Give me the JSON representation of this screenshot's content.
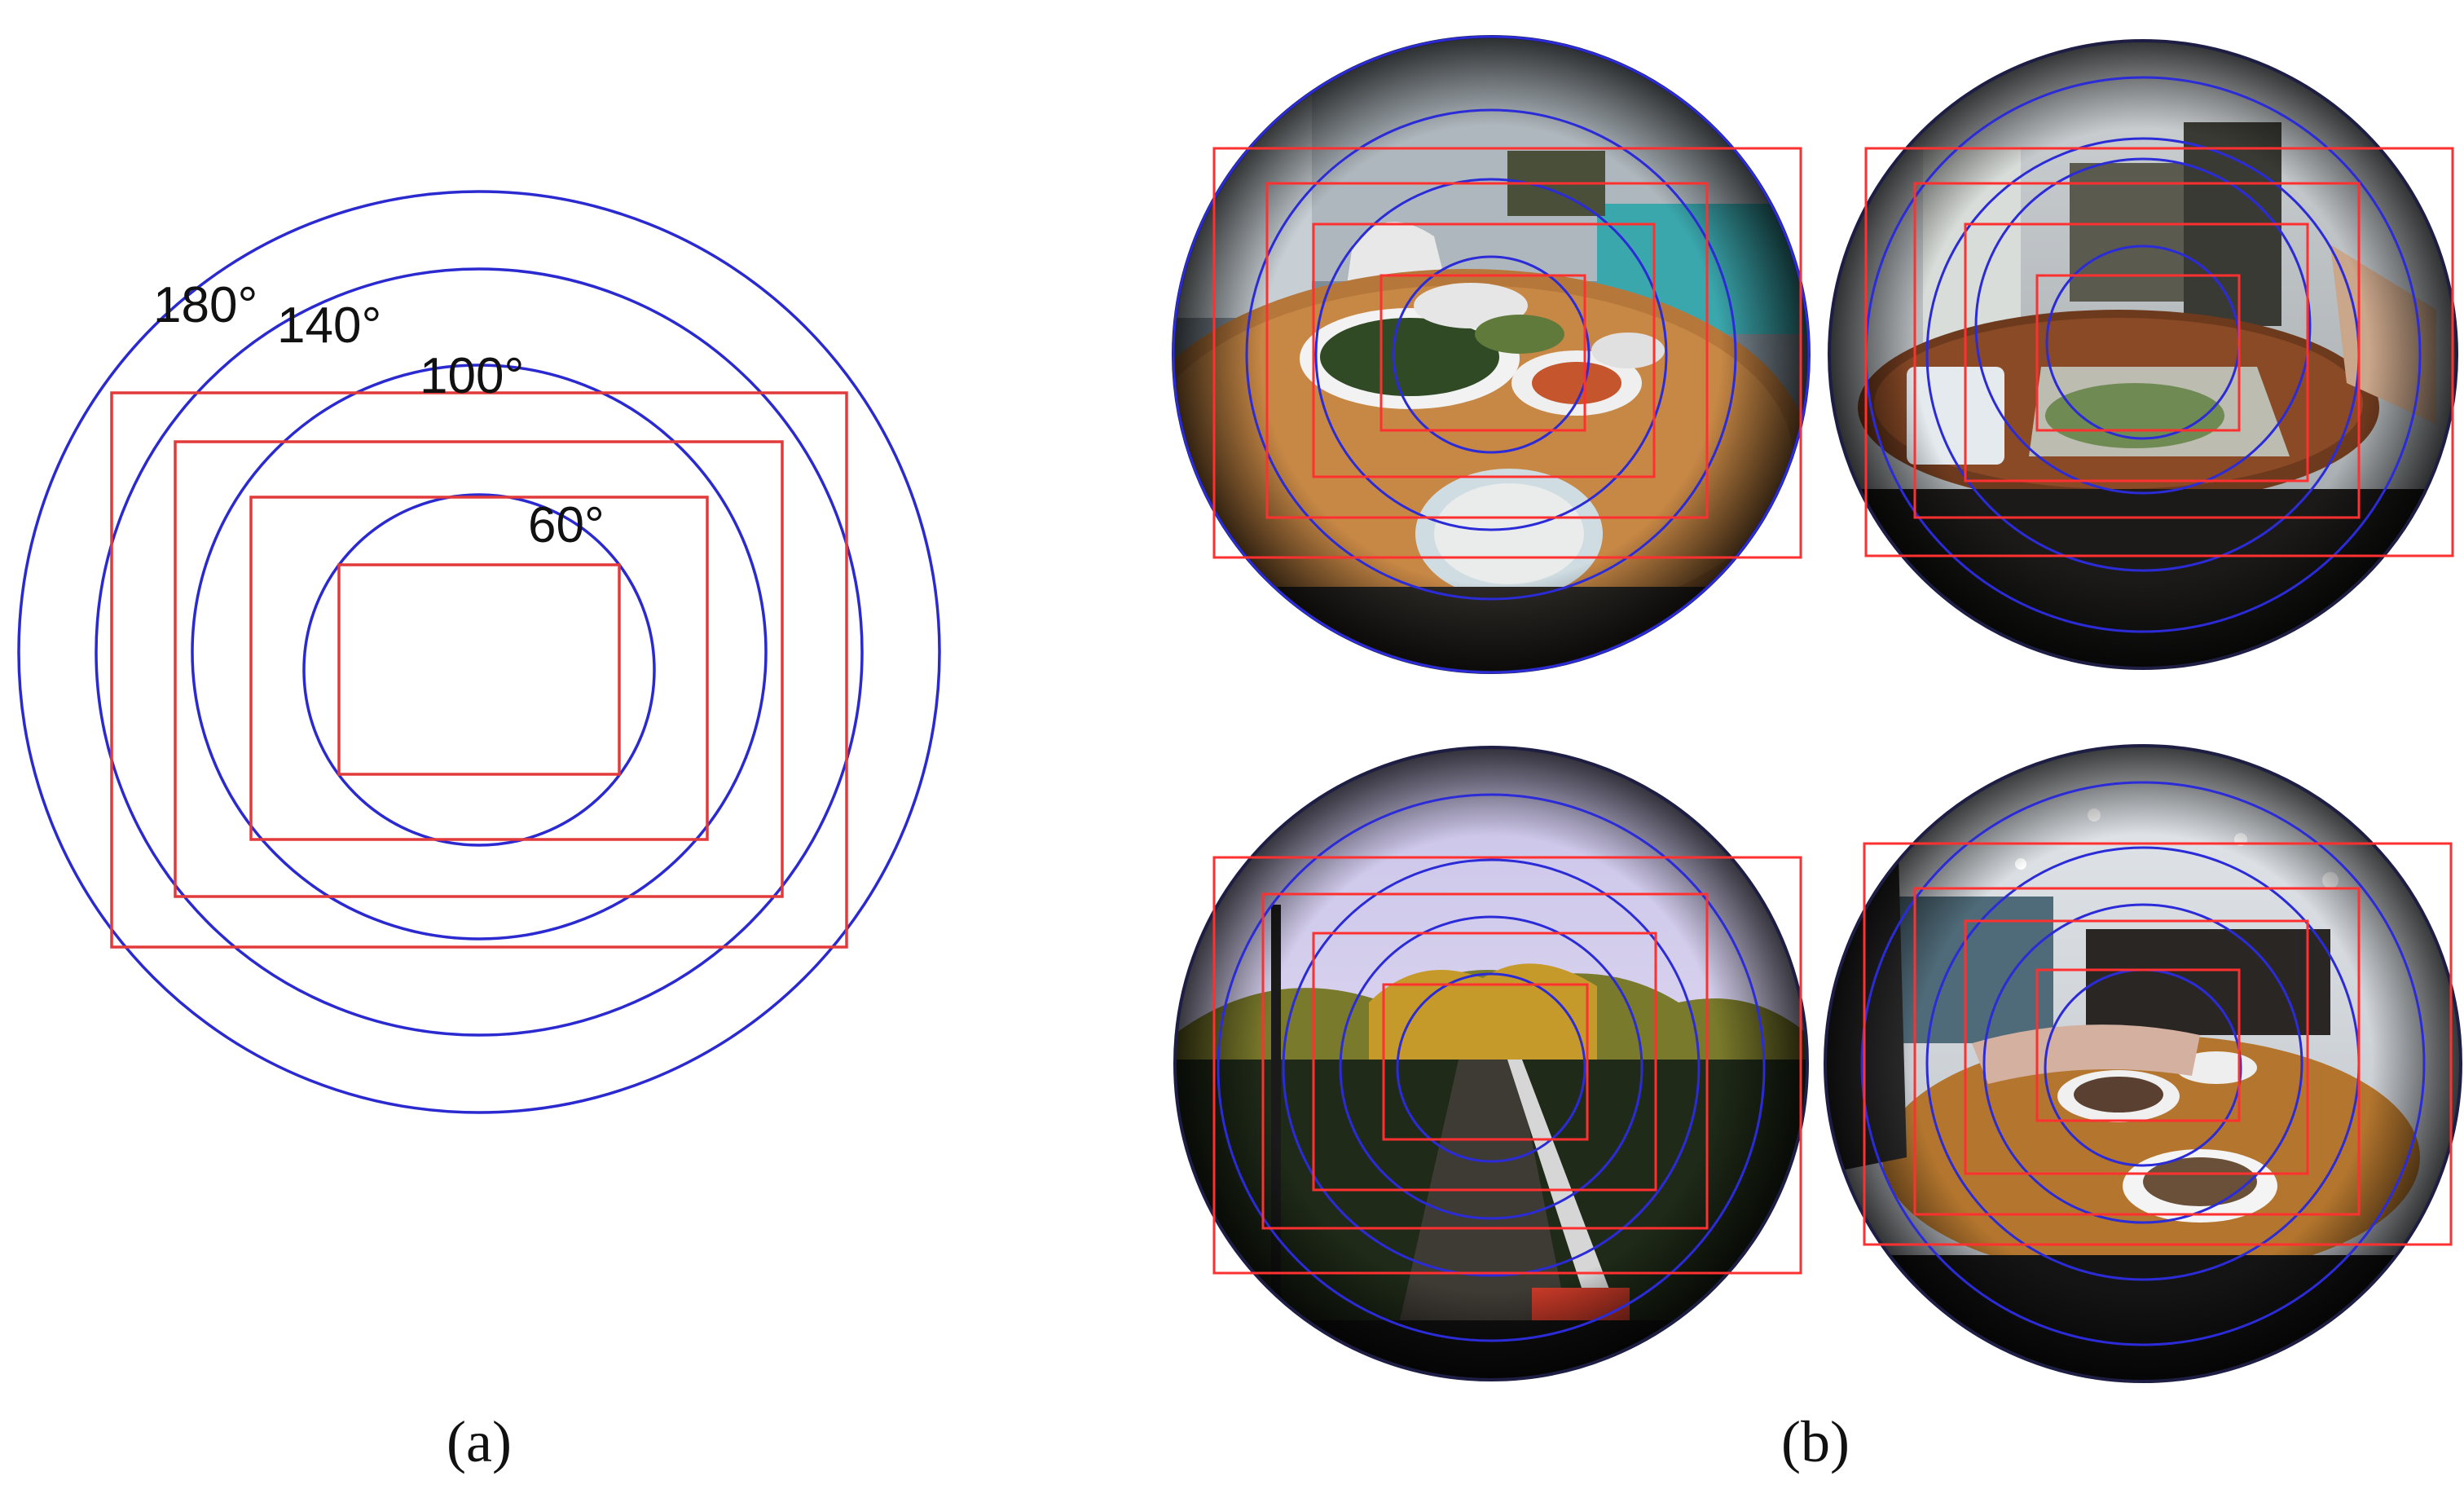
{
  "diagram": {
    "fov_labels": [
      "180°",
      "140°",
      "100°",
      "60°"
    ]
  },
  "captions": {
    "panel_a": "(a)",
    "panel_b": "(b)"
  },
  "colors": {
    "circle": "#2a2ad0",
    "rectangle": "#e23a3a"
  },
  "photos": [
    {
      "scene": "dining-table-plates"
    },
    {
      "scene": "glass-dish-table"
    },
    {
      "scene": "park-trees-path"
    },
    {
      "scene": "restaurant-dinner"
    }
  ]
}
